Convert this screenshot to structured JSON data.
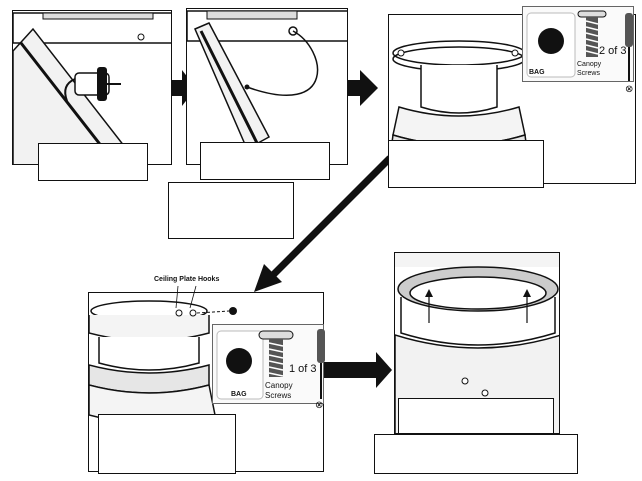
{
  "labels": {
    "ceiling_plate_hooks": "Ceiling Plate Hooks",
    "bag": "BAG",
    "canopy_screws": [
      "Canopy",
      "Screws"
    ],
    "step_2_of_3": "2 of 3",
    "step_1_of_3": "1 of 3"
  },
  "colors": {
    "line": "#111111",
    "grey": "#9a9a9a",
    "light": "#e6e6e6",
    "arrow": "#111111"
  }
}
